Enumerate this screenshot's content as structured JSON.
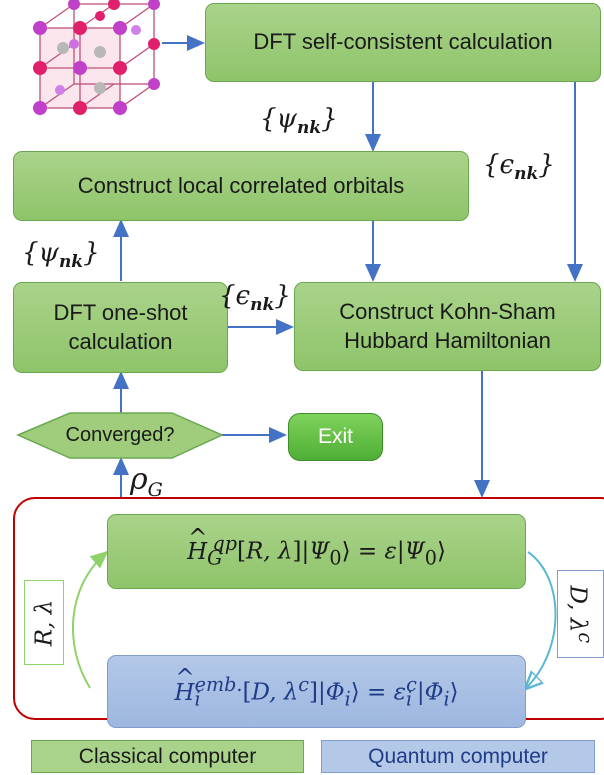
{
  "boxes": {
    "dft_scf": "DFT self-consistent calculation",
    "construct_orbitals": "Construct local correlated orbitals",
    "dft_one_shot_line1": "DFT one-shot",
    "dft_one_shot_line2": "calculation",
    "ks_line1": "Construct Kohn-Sham",
    "ks_line2": "Hubbard Hamiltonian",
    "converged": "Converged?",
    "exit": "Exit"
  },
  "labels": {
    "psi_top": "{ψnk}",
    "eps_right": "{ϵnk}",
    "psi_left": "{ψnk}",
    "eps_mid": "{ϵnk}",
    "rho": "ρG",
    "r_lambda": "R, λ",
    "d_lambda": "D, λc"
  },
  "equations": {
    "gutzwiller": "Ĥ_G^{qp}[R,λ]|Ψ0⟩ = ε|Ψ0⟩",
    "embedding": "Ĥ_i^{emb.}[D,λ^c]|Φi⟩ = ε_i^c|Φi⟩"
  },
  "legend": {
    "classical": "Classical computer",
    "quantum": "Quantum computer"
  },
  "colors": {
    "green": "#a9d38a",
    "blue": "#9db7e0",
    "arrow": "#4472c4",
    "loop_border": "#c00000",
    "exit": "#5cb842"
  }
}
